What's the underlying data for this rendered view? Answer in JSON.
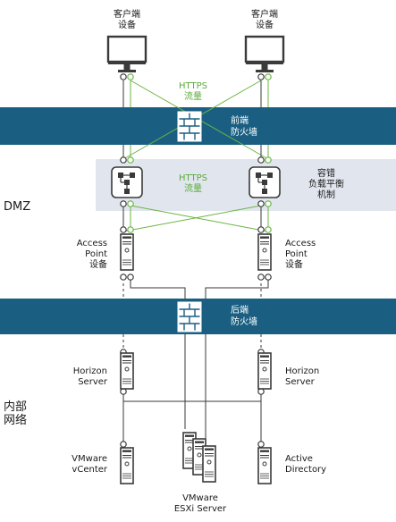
{
  "colors": {
    "band": "#1a5f82",
    "dmz_bg": "#e1e6ee",
    "green": "#6bb545",
    "line": "#3a3a3a",
    "device": "#3a3a3a"
  },
  "zones": {
    "dmz": "DMZ",
    "internal_line1": "内部",
    "internal_line2": "网络"
  },
  "clients": {
    "left": {
      "line1": "客户端",
      "line2": "设备",
      "icon": "monitor-icon"
    },
    "right": {
      "line1": "客户端",
      "line2": "设备",
      "icon": "monitor-icon"
    }
  },
  "https_top": {
    "line1": "HTTPS",
    "line2": "流量"
  },
  "https_mid": {
    "line1": "HTTPS",
    "line2": "流量"
  },
  "front_firewall": {
    "line1": "前端",
    "line2": "防火墙",
    "icon": "firewall-icon"
  },
  "back_firewall": {
    "line1": "后端",
    "line2": "防火墙",
    "icon": "firewall-icon"
  },
  "load_balancer": {
    "line1": "容错",
    "line2": "负载平衡",
    "line3": "机制",
    "icon": "load-balancer-icon"
  },
  "access_point_left": {
    "line1": "Access",
    "line2": "Point",
    "line3": "设备",
    "icon": "server-icon"
  },
  "access_point_right": {
    "line1": "Access",
    "line2": "Point",
    "line3": "设备",
    "icon": "server-icon"
  },
  "horizon_left": {
    "line1": "Horizon",
    "line2": "Server",
    "icon": "server-icon"
  },
  "horizon_right": {
    "line1": "Horizon",
    "line2": "Server",
    "icon": "server-icon"
  },
  "vcenter": {
    "line1": "VMware",
    "line2": "vCenter",
    "icon": "server-icon"
  },
  "esxi": {
    "line1": "VMware",
    "line2": "ESXi Server",
    "icon": "server-stack-icon"
  },
  "active_directory": {
    "line1": "Active",
    "line2": "Directory",
    "icon": "server-icon"
  }
}
